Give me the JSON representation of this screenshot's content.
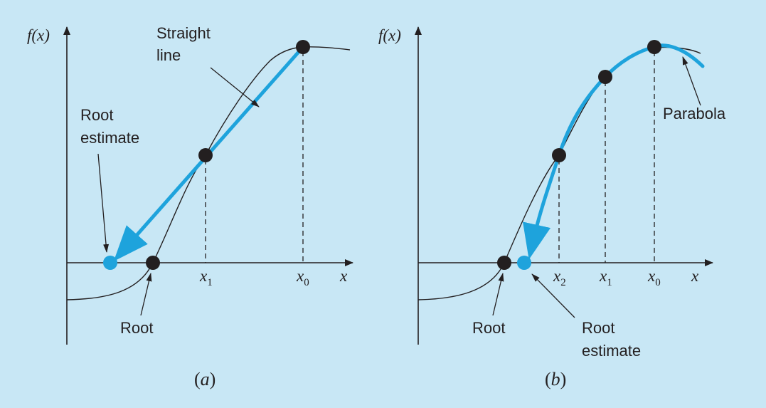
{
  "panel_a": {
    "y_axis": {
      "func": "f",
      "arg": "(x)"
    },
    "x_axis": "x",
    "ticks": [
      {
        "base": "x",
        "sub": "1"
      },
      {
        "base": "x",
        "sub": "0"
      }
    ],
    "labels": {
      "line1": "Straight",
      "line2": "line",
      "root_est1": "Root",
      "root_est2": "estimate",
      "root": "Root"
    },
    "caption": {
      "open": "(",
      "letter": "a",
      "close": ")"
    }
  },
  "panel_b": {
    "y_axis": {
      "func": "f",
      "arg": "(x)"
    },
    "x_axis": "x",
    "ticks": [
      {
        "base": "x",
        "sub": "2"
      },
      {
        "base": "x",
        "sub": "1"
      },
      {
        "base": "x",
        "sub": "0"
      }
    ],
    "labels": {
      "parabola": "Parabola",
      "root": "Root",
      "root_est1": "Root",
      "root_est2": "estimate"
    },
    "caption": {
      "open": "(",
      "letter": "b",
      "close": ")"
    }
  },
  "colors": {
    "background": "#c8e7f5",
    "accent": "#1ea3dc",
    "ink": "#231f20"
  }
}
